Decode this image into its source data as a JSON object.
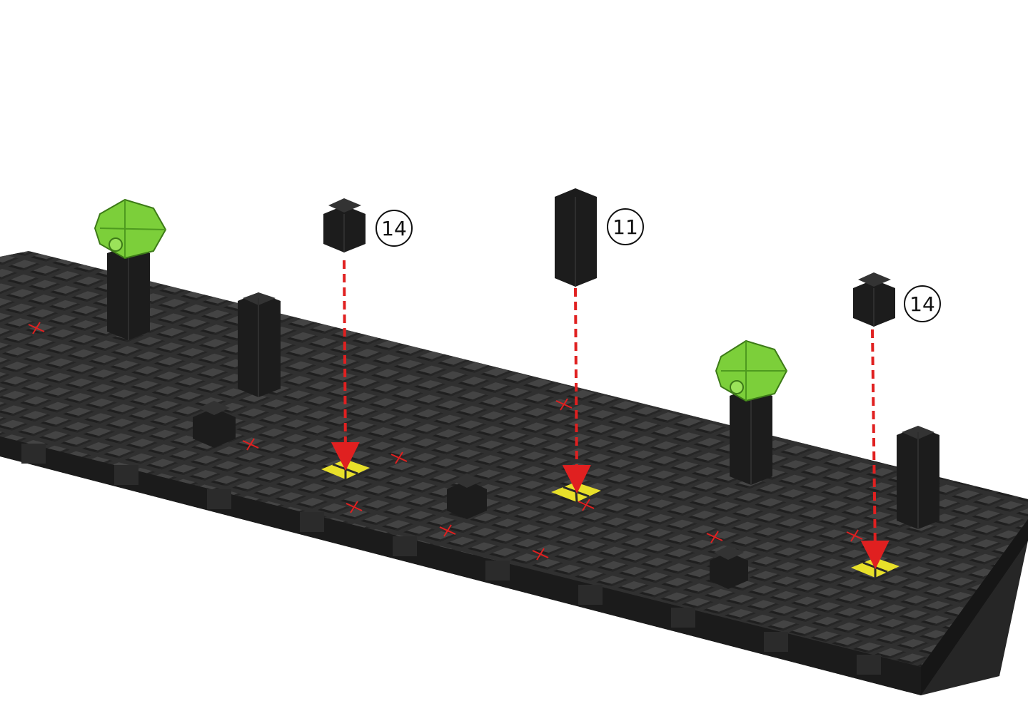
{
  "colors": {
    "background": "#ffffff",
    "plate_top": "#3a3a3a",
    "plate_side": "#262626",
    "stud_top": "#4a4a4a",
    "block": "#1c1c1c",
    "block_top": "#333333",
    "connector": "#7ccf3a",
    "connector_dark": "#4e9a1f",
    "arrow": "#e02020",
    "target": "#e8e02a",
    "marker": "#e02020"
  },
  "steps": [
    {
      "part": "short-block",
      "quantity": "14"
    },
    {
      "part": "tall-block",
      "quantity": "11"
    },
    {
      "part": "short-block",
      "quantity": "14"
    }
  ],
  "installed": {
    "green_connectors": 2,
    "tall_posts": 4,
    "small_blocks": 3,
    "red_markers": 10,
    "target_squares": 3
  }
}
